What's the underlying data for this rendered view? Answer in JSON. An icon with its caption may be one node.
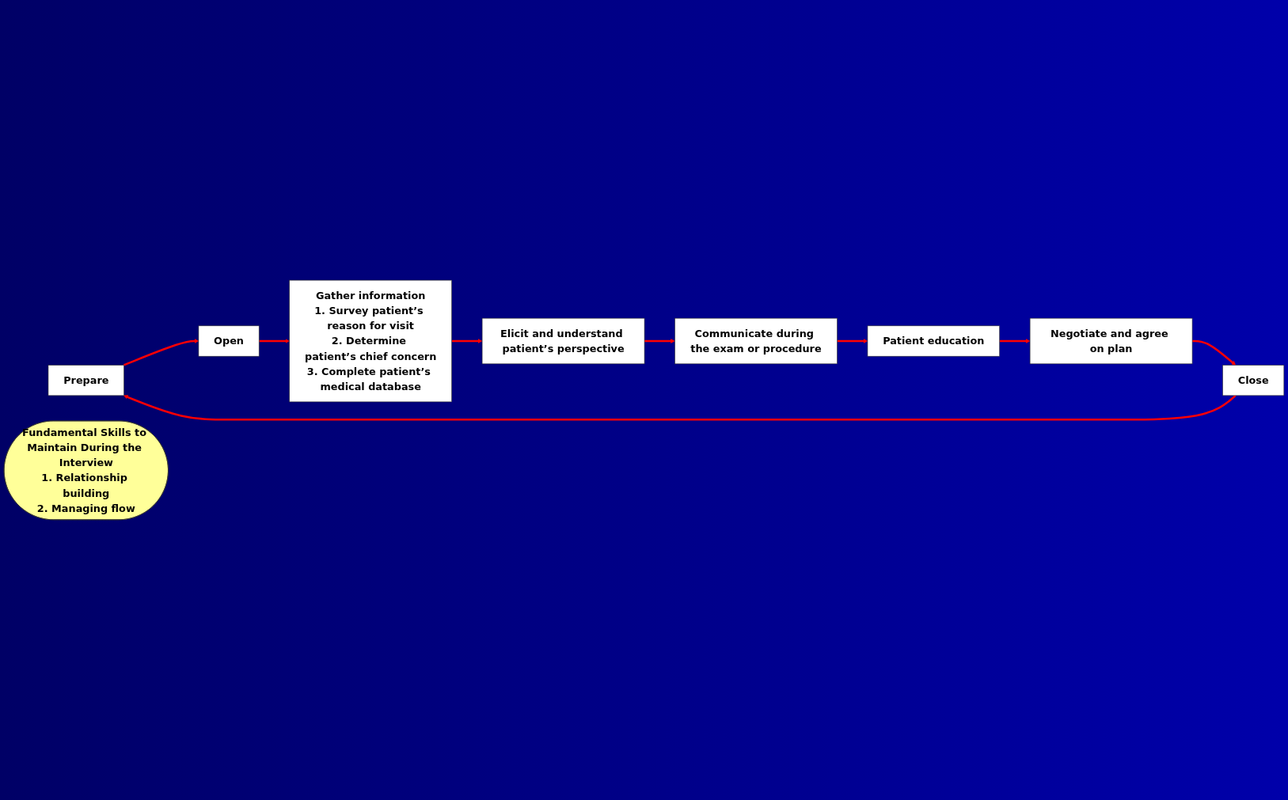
{
  "diagram": {
    "nodes": [
      {
        "text": [
          "Prepare"
        ]
      },
      {
        "text": [
          "Open"
        ]
      },
      {
        "text": [
          "Gather information",
          "1. Survey patient’s reason for visit",
          "2. Determine patient’s chief concern",
          "3. Complete patient’s medical database"
        ]
      },
      {
        "text": [
          "Elicit and understand patient’s perspective"
        ]
      },
      {
        "text": [
          "Communicate during the exam or procedure"
        ]
      },
      {
        "text": [
          "Patient education"
        ]
      },
      {
        "text": [
          "Negotiate and agree on plan"
        ]
      },
      {
        "text": [
          "Close"
        ]
      },
      {
        "text": [
          "Fundamental Skills to Maintain During the Interview",
          "1. Relationship building",
          "2. Managing flow"
        ]
      }
    ],
    "edges": [
      {
        "from": 0,
        "to": 1,
        "arrow": "to"
      },
      {
        "from": 1,
        "to": 2,
        "arrow": "to"
      },
      {
        "from": 2,
        "to": 3,
        "arrow": "to"
      },
      {
        "from": 3,
        "to": 4,
        "arrow": "to"
      },
      {
        "from": 4,
        "to": 5,
        "arrow": "to"
      },
      {
        "from": 5,
        "to": 6,
        "arrow": "to"
      },
      {
        "from": 6,
        "to": 7,
        "arrow": "to"
      },
      {
        "from": 7,
        "to": 0,
        "arrow": "to"
      }
    ]
  }
}
